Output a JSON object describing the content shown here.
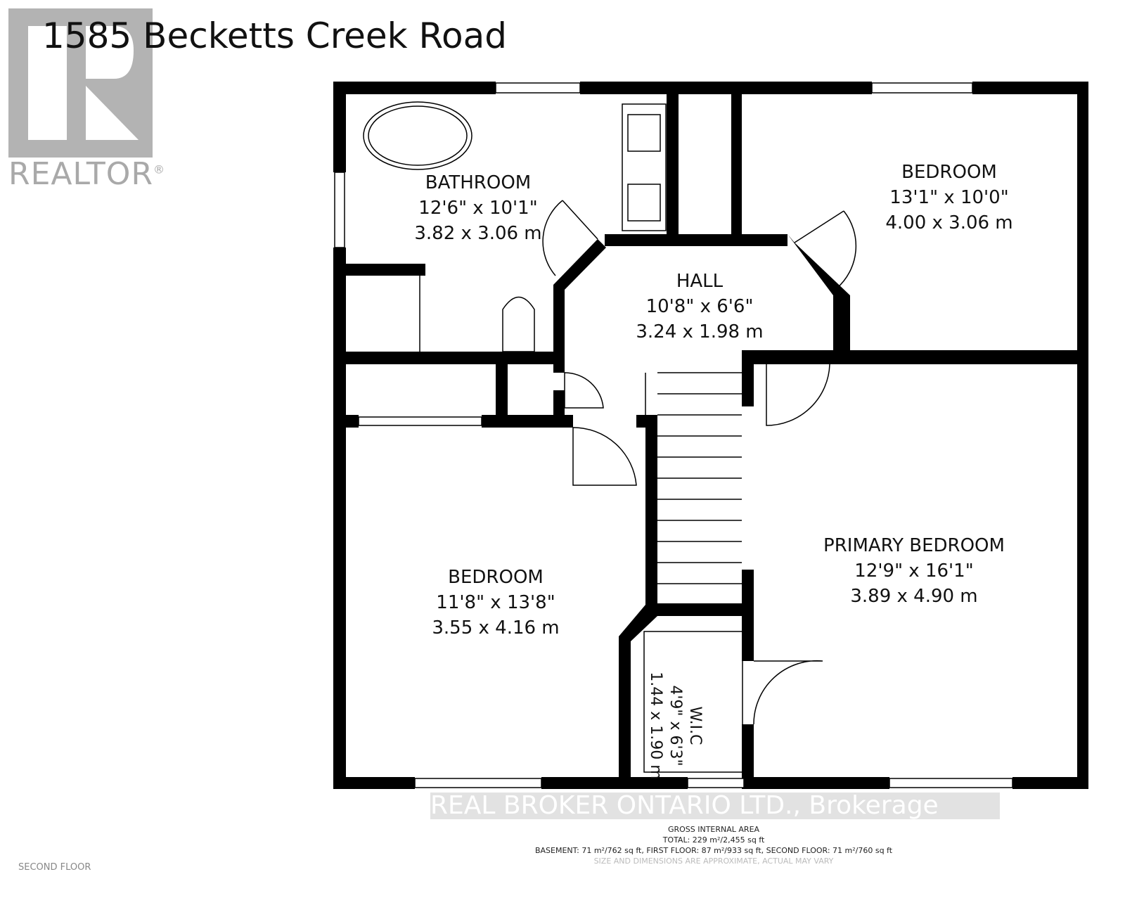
{
  "title": "1585 Becketts Creek Road",
  "logo": {
    "text": "REALTOR",
    "mark": "®"
  },
  "rooms": [
    {
      "name": "BATHROOM",
      "imperial": "12'6\" x 10'1\"",
      "metric": "3.82 x 3.06 m"
    },
    {
      "name": "BEDROOM",
      "imperial": "13'1\" x 10'0\"",
      "metric": "4.00 x 3.06 m"
    },
    {
      "name": "HALL",
      "imperial": "10'8\" x 6'6\"",
      "metric": "3.24 x 1.98 m"
    },
    {
      "name": "PRIMARY BEDROOM",
      "imperial": "12'9\" x 16'1\"",
      "metric": "3.89 x 4.90 m"
    },
    {
      "name": "BEDROOM",
      "imperial": "11'8\" x 13'8\"",
      "metric": "3.55 x 4.16 m"
    },
    {
      "name": "W.I.C",
      "imperial": "4'9\" x 6'3\"",
      "metric": "1.44 x 1.90 m"
    }
  ],
  "watermark": "REAL BROKER ONTARIO LTD., Brokerage",
  "area": {
    "heading": "GROSS INTERNAL AREA",
    "total": "TOTAL: 229 m²/2,455 sq ft",
    "breakdown": "BASEMENT: 71 m²/762 sq ft, FIRST FLOOR: 87 m²/933 sq ft, SECOND FLOOR: 71 m²/760 sq ft",
    "disclaimer": "SIZE AND DIMENSIONS ARE APPROXIMATE, ACTUAL MAY VARY"
  },
  "floor_label": "SECOND FLOOR"
}
